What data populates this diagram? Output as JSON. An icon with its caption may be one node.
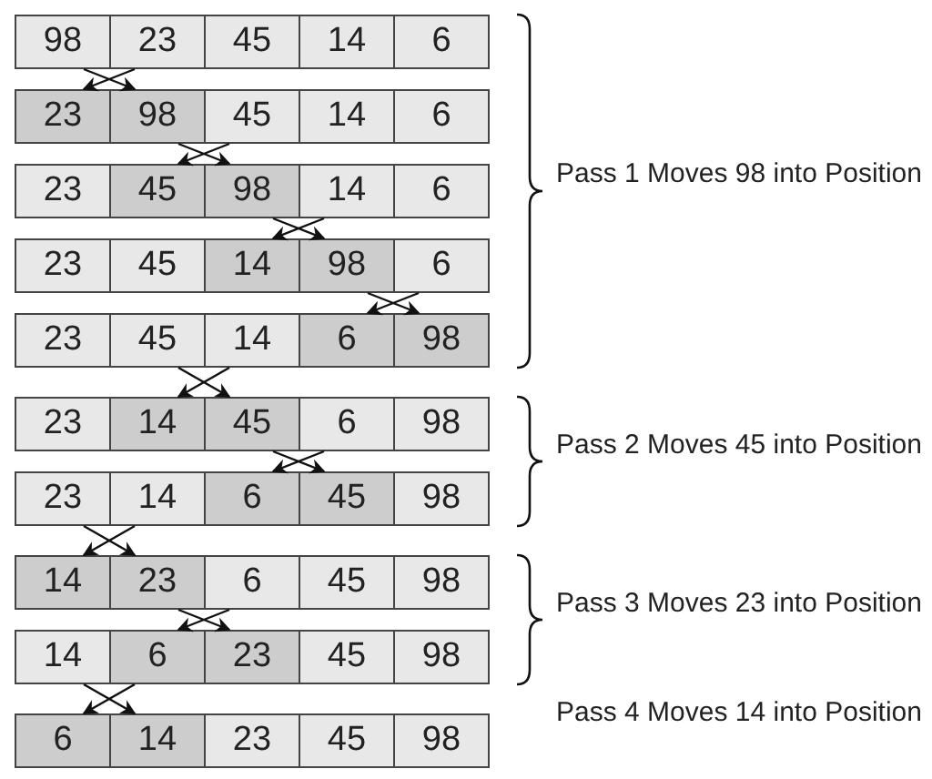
{
  "diagram": {
    "nodes": [
      {
        "text": [
          "98"
        ]
      },
      {
        "text": [
          "23"
        ]
      },
      {
        "text": [
          "45"
        ]
      },
      {
        "text": [
          "14"
        ]
      },
      {
        "text": [
          "6"
        ]
      },
      {
        "text": [
          "23"
        ]
      },
      {
        "text": [
          "98"
        ]
      },
      {
        "text": [
          "45"
        ]
      },
      {
        "text": [
          "14"
        ]
      },
      {
        "text": [
          "6"
        ]
      },
      {
        "text": [
          "23"
        ]
      },
      {
        "text": [
          "45"
        ]
      },
      {
        "text": [
          "98"
        ]
      },
      {
        "text": [
          "14"
        ]
      },
      {
        "text": [
          "6"
        ]
      },
      {
        "text": [
          "23"
        ]
      },
      {
        "text": [
          "45"
        ]
      },
      {
        "text": [
          "14"
        ]
      },
      {
        "text": [
          "98"
        ]
      },
      {
        "text": [
          "6"
        ]
      },
      {
        "text": [
          "23"
        ]
      },
      {
        "text": [
          "45"
        ]
      },
      {
        "text": [
          "14"
        ]
      },
      {
        "text": [
          "6"
        ]
      },
      {
        "text": [
          "98"
        ]
      },
      {
        "text": [
          "23"
        ]
      },
      {
        "text": [
          "14"
        ]
      },
      {
        "text": [
          "45"
        ]
      },
      {
        "text": [
          "6"
        ]
      },
      {
        "text": [
          "98"
        ]
      },
      {
        "text": [
          "23"
        ]
      },
      {
        "text": [
          "14"
        ]
      },
      {
        "text": [
          "6"
        ]
      },
      {
        "text": [
          "45"
        ]
      },
      {
        "text": [
          "98"
        ]
      },
      {
        "text": [
          "14"
        ]
      },
      {
        "text": [
          "23"
        ]
      },
      {
        "text": [
          "6"
        ]
      },
      {
        "text": [
          "45"
        ]
      },
      {
        "text": [
          "98"
        ]
      },
      {
        "text": [
          "14"
        ]
      },
      {
        "text": [
          "6"
        ]
      },
      {
        "text": [
          "23"
        ]
      },
      {
        "text": [
          "45"
        ]
      },
      {
        "text": [
          "98"
        ]
      },
      {
        "text": [
          "6"
        ]
      },
      {
        "text": [
          "14"
        ]
      },
      {
        "text": [
          "23"
        ]
      },
      {
        "text": [
          "45"
        ]
      },
      {
        "text": [
          "98"
        ]
      }
    ],
    "edges": [
      {
        "from": 0,
        "to": 6,
        "arrow": "to"
      },
      {
        "from": 1,
        "to": 5,
        "arrow": "to"
      },
      {
        "from": 6,
        "to": 12,
        "arrow": "to"
      },
      {
        "from": 7,
        "to": 11,
        "arrow": "to"
      },
      {
        "from": 12,
        "to": 18,
        "arrow": "to"
      },
      {
        "from": 13,
        "to": 17,
        "arrow": "to"
      },
      {
        "from": 18,
        "to": 24,
        "arrow": "to"
      },
      {
        "from": 19,
        "to": 23,
        "arrow": "to"
      },
      {
        "from": 21,
        "to": 27,
        "arrow": "to"
      },
      {
        "from": 22,
        "to": 26,
        "arrow": "to"
      },
      {
        "from": 27,
        "to": 33,
        "arrow": "to"
      },
      {
        "from": 28,
        "to": 32,
        "arrow": "to"
      },
      {
        "from": 30,
        "to": 36,
        "arrow": "to"
      },
      {
        "from": 31,
        "to": 35,
        "arrow": "to"
      },
      {
        "from": 36,
        "to": 42,
        "arrow": "to"
      },
      {
        "from": 37,
        "to": 41,
        "arrow": "to"
      },
      {
        "from": 40,
        "to": 46,
        "arrow": "to"
      },
      {
        "from": 41,
        "to": 45,
        "arrow": "to"
      }
    ],
    "labels": [
      "Pass 1 Moves 98 into Position",
      "Pass 2 Moves 45 into Position",
      "Pass 3 Moves 23 into Position",
      "Pass 4 Moves 14 into Position"
    ]
  }
}
